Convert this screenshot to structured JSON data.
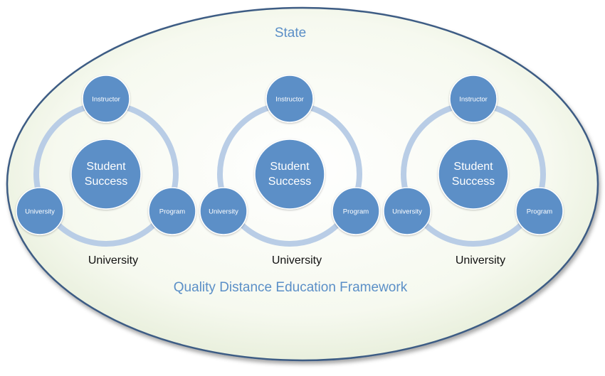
{
  "state": {
    "label": "State"
  },
  "framework": {
    "label": "Quality Distance Education Framework"
  },
  "groups": [
    {
      "label": "University",
      "center": [
        "Student",
        "Success"
      ],
      "nodes": {
        "top": "Instructor",
        "left": "University",
        "right": "Program"
      }
    },
    {
      "label": "University",
      "center": [
        "Student",
        "Success"
      ],
      "nodes": {
        "top": "Instructor",
        "left": "University",
        "right": "Program"
      }
    },
    {
      "label": "University",
      "center": [
        "Student",
        "Success"
      ],
      "nodes": {
        "top": "Instructor",
        "left": "University",
        "right": "Program"
      }
    }
  ],
  "colors": {
    "background": "#eef4e4",
    "outline": "#3c5c84",
    "ring": "#b9cde6",
    "circle": "#5b8fc7",
    "circle_border": "#ffffff",
    "title_text": "#5b8fc7"
  }
}
